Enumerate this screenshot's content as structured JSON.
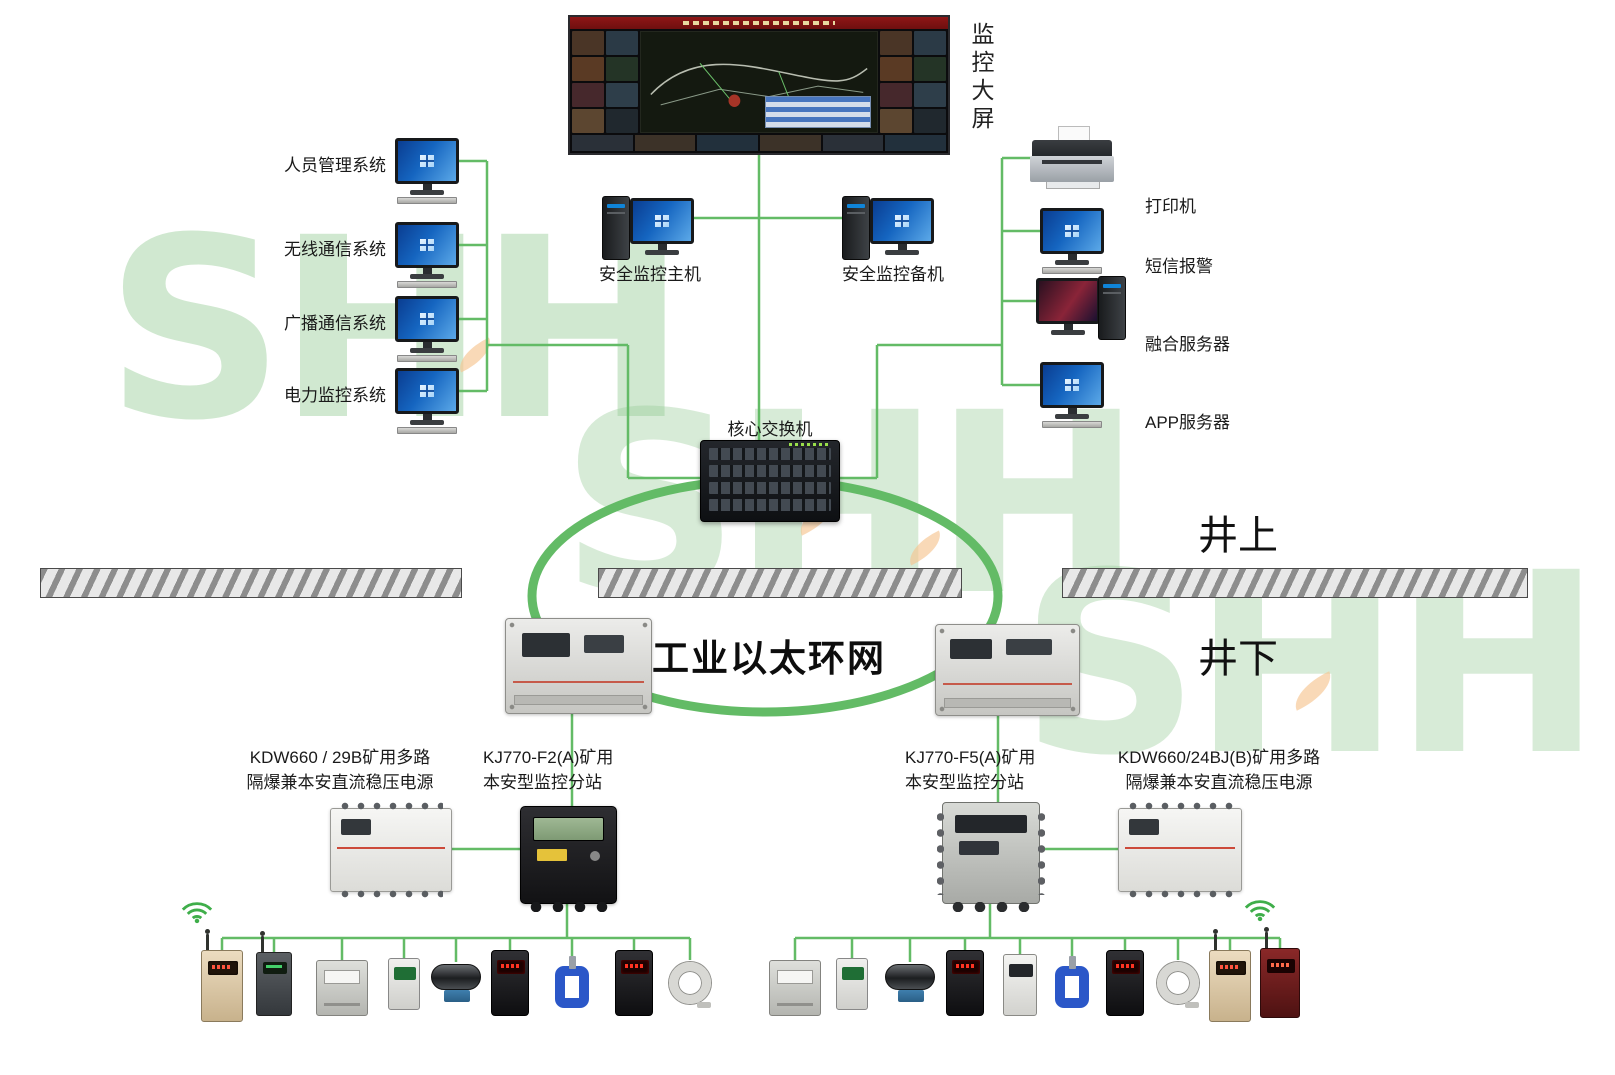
{
  "diagram": {
    "monitor_wall_label": "监控大屏",
    "ring_label": "工业以太环网",
    "zone_above": "井上",
    "zone_below": "井下"
  },
  "left_systems": [
    {
      "label": "人员管理系统",
      "type": "desktop-monitor"
    },
    {
      "label": "无线通信系统",
      "type": "desktop-monitor"
    },
    {
      "label": "广播通信系统",
      "type": "desktop-monitor"
    },
    {
      "label": "电力监控系统",
      "type": "desktop-monitor"
    }
  ],
  "center_systems": {
    "main_host": "安全监控主机",
    "backup_host": "安全监控备机",
    "core_switch": "核心交换机"
  },
  "right_systems": [
    {
      "label": "打印机",
      "type": "printer"
    },
    {
      "label": "短信报警",
      "type": "desktop-monitor"
    },
    {
      "label": "融合服务器",
      "type": "server-pc"
    },
    {
      "label": "APP服务器",
      "type": "desktop-monitor"
    }
  ],
  "underground_labels": {
    "left_psu": {
      "line1": "KDW660 / 29B矿用多路",
      "line2": "隔爆兼本安直流稳压电源"
    },
    "left_station": {
      "line1": "KJ770-F2(A)矿用",
      "line2": "本安型监控分站"
    },
    "right_station": {
      "line1": "KJ770-F5(A)矿用",
      "line2": "本安型监控分站"
    },
    "right_psu": {
      "line1": "KDW660/24BJ(B)矿用多路",
      "line2": "隔爆兼本安直流稳压电源"
    }
  },
  "sensors_left": [
    "wireless-sensor",
    "wireless-sensor",
    "junction-box",
    "mini-sensor",
    "roller-device",
    "digital-gas-sensor",
    "pipe-clamp-sensor",
    "digital-gas-sensor",
    "cable-coil"
  ],
  "sensors_right": [
    "junction-box",
    "mini-sensor",
    "roller-device",
    "digital-gas-sensor",
    "dust-sensor",
    "pipe-clamp-sensor",
    "digital-gas-sensor",
    "cable-coil",
    "wireless-sensor",
    "wireless-sensor"
  ],
  "watermark": {
    "text": "SHH"
  },
  "colors": {
    "line_green": "#63bb66",
    "ring_green": "#63bb66"
  }
}
